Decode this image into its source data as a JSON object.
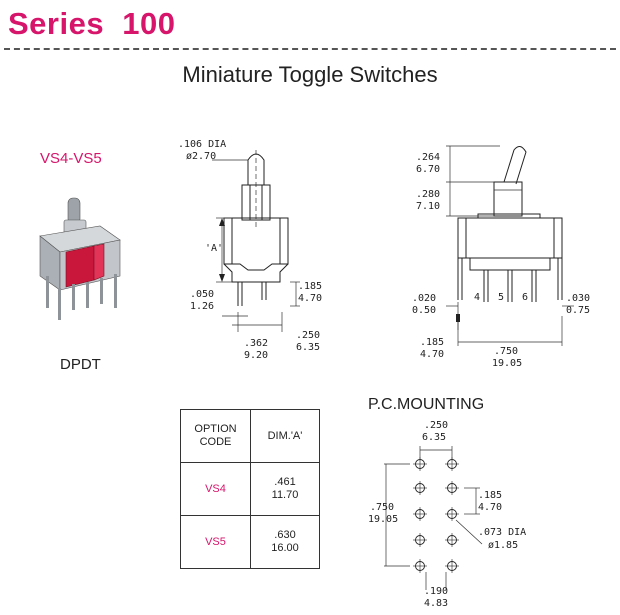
{
  "header": {
    "series": "Series  100",
    "subtitle": "Miniature Toggle Switches"
  },
  "product": {
    "model": "VS4-VS5",
    "pole_type": "DPDT"
  },
  "front_view": {
    "dia_in": ".106 DIA",
    "dia_mm": "ø2.70",
    "dim_a": "'A'",
    "pitch_in": ".050",
    "pitch_mm": "1.26",
    "pin_len_in": ".185",
    "pin_len_mm": "4.70",
    "width_in": ".362",
    "width_mm": "9.20",
    "pin_space_in": ".250",
    "pin_space_mm": "6.35"
  },
  "side_view": {
    "lever_in": ".264",
    "lever_mm": "6.70",
    "bushing_in": ".280",
    "bushing_mm": "7.10",
    "left_in": ".020",
    "left_mm": "0.50",
    "right_in": ".030",
    "right_mm": "0.75",
    "pin_in": ".185",
    "pin_mm": "4.70",
    "length_in": ".750",
    "length_mm": "19.05",
    "pin_labels": [
      "4",
      "5",
      "6"
    ]
  },
  "option_table": {
    "header_option": "OPTION\nCODE",
    "header_dim": "DIM.'A'",
    "rows": [
      {
        "code": "VS4",
        "dim_in": ".461",
        "dim_mm": "11.70"
      },
      {
        "code": "VS5",
        "dim_in": ".630",
        "dim_mm": "16.00"
      }
    ]
  },
  "pc_mounting": {
    "title": "P.C.MOUNTING",
    "top_in": ".250",
    "top_mm": "6.35",
    "row_in": ".185",
    "row_mm": "4.70",
    "length_in": ".750",
    "length_mm": "19.05",
    "hole_in": ".073  DIA",
    "hole_mm": "ø1.85",
    "bottom_in": ".190",
    "bottom_mm": "4.83"
  },
  "colors": {
    "accent": "#d6156b",
    "switch_red": "#c8173a",
    "metal": "#b8bcc0"
  }
}
